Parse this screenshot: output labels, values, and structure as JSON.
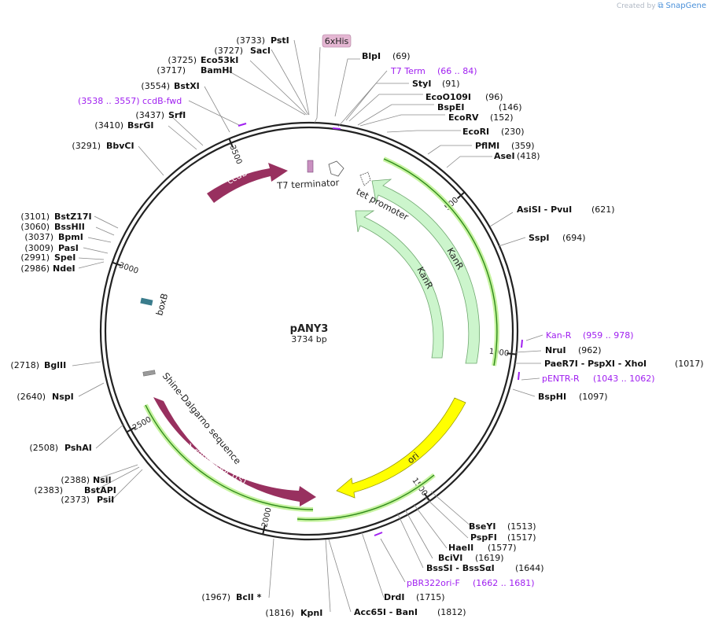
{
  "credit": {
    "prefix": "Created by",
    "brand": "SnapGene"
  },
  "plasmid": {
    "name": "pANY3",
    "length_label": "3734 bp",
    "length": 3734
  },
  "colors": {
    "ring": "#222222",
    "enzyme_line": "#8a8a8a",
    "primer": "#a020f0",
    "ccdB": "#98305f",
    "lambda": "#98305f",
    "kanR_fill": "#ccf5cc",
    "kanR_stroke": "#6fa86f",
    "ori": "#ffff00",
    "primer_feature": "#b03b9a",
    "terminator": "#c990c0",
    "boxB": "#3a7c8c",
    "sd": "#9a9a9a",
    "his_tag": "#e4b6d2",
    "orf_line": "#2f8a1a",
    "orf_glow": "#c6f3a0"
  },
  "ticks": [
    {
      "pos": 500,
      "label": "500"
    },
    {
      "pos": 1000,
      "label": "1000"
    },
    {
      "pos": 1500,
      "label": "1500"
    },
    {
      "pos": 2000,
      "label": "2000"
    },
    {
      "pos": 2500,
      "label": "2500"
    },
    {
      "pos": 3000,
      "label": "3000"
    },
    {
      "pos": 3500,
      "label": "3500"
    }
  ],
  "enzymes_right": [
    {
      "name": "BlpI",
      "pos": "(69)"
    },
    {
      "name": "StyI",
      "pos": "(91)"
    },
    {
      "name": "EcoO109I",
      "pos": "(96)"
    },
    {
      "name": "BspEI",
      "pos": "(146)"
    },
    {
      "name": "EcoRV",
      "pos": "(152)"
    },
    {
      "name": "EcoRI",
      "pos": "(230)"
    },
    {
      "name": "PflMI",
      "pos": "(359)"
    },
    {
      "name": "AseI",
      "pos": "(418)"
    },
    {
      "name": "AsiSI - PvuI",
      "pos": "(621)"
    },
    {
      "name": "SspI",
      "pos": "(694)"
    },
    {
      "name": "NruI",
      "pos": "(962)"
    },
    {
      "name": "PaeR7I - PspXI - XhoI",
      "pos": "(1017)"
    },
    {
      "name": "BspHI",
      "pos": "(1097)"
    },
    {
      "name": "BseYI",
      "pos": "(1513)"
    },
    {
      "name": "PspFI",
      "pos": "(1517)"
    },
    {
      "name": "HaeII",
      "pos": "(1577)"
    },
    {
      "name": "BciVI",
      "pos": "(1619)"
    },
    {
      "name": "BssSI - BssSαI",
      "pos": "(1644)"
    },
    {
      "name": "DrdI",
      "pos": "(1715)"
    },
    {
      "name": "Acc65I - BanI",
      "pos": "(1812)"
    }
  ],
  "enzymes_left": [
    {
      "name": "PstI",
      "pos": "(3733)"
    },
    {
      "name": "SacI",
      "pos": "(3727)"
    },
    {
      "name": "Eco53kI",
      "pos": "(3725)"
    },
    {
      "name": "BamHI",
      "pos": "(3717)"
    },
    {
      "name": "BstXI",
      "pos": "(3554)"
    },
    {
      "name": "SrfI",
      "pos": "(3437)"
    },
    {
      "name": "BsrGI",
      "pos": "(3410)"
    },
    {
      "name": "BbvCI",
      "pos": "(3291)"
    },
    {
      "name": "BstZ17I",
      "pos": "(3101)"
    },
    {
      "name": "BssHII",
      "pos": "(3060)"
    },
    {
      "name": "BpmI",
      "pos": "(3037)"
    },
    {
      "name": "PasI",
      "pos": "(3009)"
    },
    {
      "name": "SpeI",
      "pos": "(2991)"
    },
    {
      "name": "NdeI",
      "pos": "(2986)"
    },
    {
      "name": "BglII",
      "pos": "(2718)"
    },
    {
      "name": "NspI",
      "pos": "(2640)"
    },
    {
      "name": "PshAI",
      "pos": "(2508)"
    },
    {
      "name": "NsiI",
      "pos": "(2388)"
    },
    {
      "name": "BstAPI",
      "pos": "(2383)"
    },
    {
      "name": "PsiI",
      "pos": "(2373)"
    },
    {
      "name": "BclI *",
      "pos": "(1967)"
    },
    {
      "name": "KpnI",
      "pos": "(1816)"
    }
  ],
  "primers": [
    {
      "name": "T7 Term",
      "pos": "(66 .. 84)"
    },
    {
      "name": "Kan-R",
      "pos": "(959 .. 978)"
    },
    {
      "name": "pENTR-R",
      "pos": "(1043 .. 1062)"
    },
    {
      "name": "pBR322ori-F",
      "pos": "(1662 .. 1681)"
    },
    {
      "name": "ccdB-fwd",
      "pos": "(3538 .. 3557)"
    }
  ],
  "features": {
    "his_tag": "6xHis",
    "t7_terminator": "T7 terminator",
    "tet_promoter": "tet promoter",
    "kanR_outer": "KanR",
    "kanR_inner": "KanR",
    "ori": "ori",
    "lambda_repressor": "λ repressor (ts)",
    "shine_dalgarno": "Shine-Dalgarno sequence",
    "boxB": "boxB",
    "ccdB": "ccdB"
  }
}
